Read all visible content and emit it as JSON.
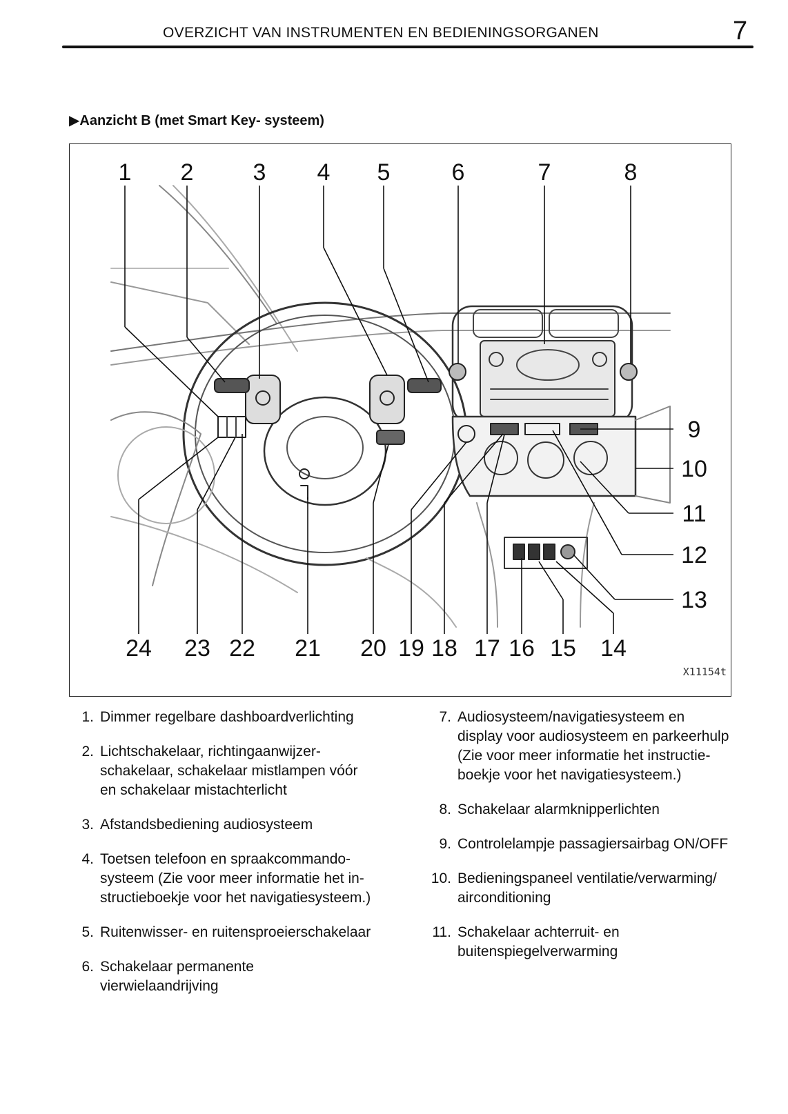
{
  "header": {
    "title": "OVERZICHT VAN INSTRUMENTEN EN BEDIENINGSORGANEN",
    "page_number": "7"
  },
  "section": {
    "marker": "▶",
    "title": "Aanzicht B (met Smart Key- systeem)"
  },
  "figure": {
    "code": "X11154t",
    "callouts_top": [
      "1",
      "2",
      "3",
      "4",
      "5",
      "6",
      "7",
      "8"
    ],
    "callouts_right": [
      "9",
      "10",
      "11",
      "12",
      "13"
    ],
    "callouts_bottom": [
      "24",
      "23",
      "22",
      "21",
      "20",
      "19",
      "18",
      "17",
      "16",
      "15",
      "14"
    ]
  },
  "items_left": [
    {
      "num": "1.",
      "text": "Dimmer regelbare dashboardverlichting"
    },
    {
      "num": "2.",
      "text": "Lichtschakelaar, richtingaanwijzer-\nschakelaar, schakelaar mistlampen vóór\nen schakelaar mistachterlicht"
    },
    {
      "num": "3.",
      "text": "Afstandsbediening audiosysteem"
    },
    {
      "num": "4.",
      "text": "Toetsen telefoon en spraakcommando-\nsysteem (Zie voor meer informatie het in-\nstructieboekje voor het navigatiesysteem.)"
    },
    {
      "num": "5.",
      "text": "Ruitenwisser- en ruitensproeierschakelaar"
    },
    {
      "num": "6.",
      "text": "Schakelaar permanente\nvierwielaandrijving"
    }
  ],
  "items_right": [
    {
      "num": "7.",
      "text": "Audiosysteem/navigatiesysteem en\ndisplay voor audiosysteem en parkeerhulp\n(Zie voor meer informatie het instructie-\nboekje voor het navigatiesysteem.)"
    },
    {
      "num": "8.",
      "text": "Schakelaar alarmknipperlichten"
    },
    {
      "num": "9.",
      "text": "Controlelampje passagiersairbag ON/OFF"
    },
    {
      "num": "10.",
      "text": "Bedieningspaneel ventilatie/verwarming/\nairconditioning"
    },
    {
      "num": "11.",
      "text": "Schakelaar achterruit- en\nbuitenspiegelverwarming"
    }
  ]
}
